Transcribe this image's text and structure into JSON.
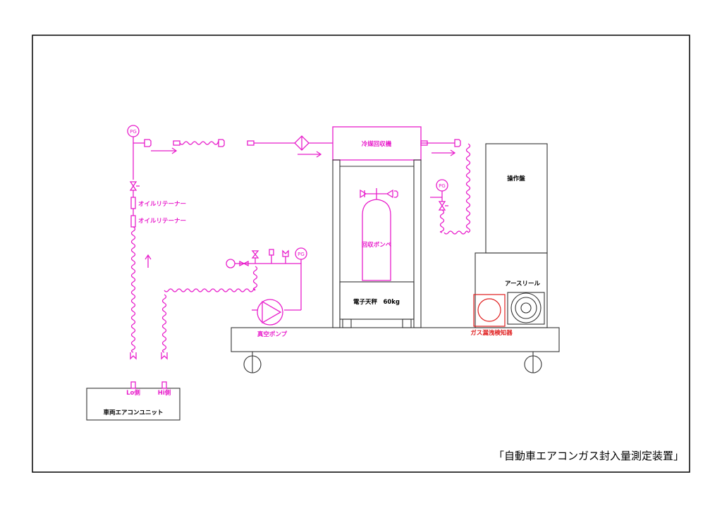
{
  "title": "「自動車エアコンガス封入量測定装置」",
  "colors": {
    "piping": "#e81ecb",
    "outline": "#333333",
    "alert": "#e01f1f",
    "text": "#000000"
  },
  "labels": {
    "pg": "PG",
    "oil_strainer_1": "オイルリテーナー",
    "oil_strainer_2": "オイルリテーナー",
    "recovery_machine": "冷媒回収機",
    "recovery_cylinder": "回収ボンベ",
    "scale": "電子天秤　60kg",
    "control_panel": "操作盤",
    "earth_reel": "アースリール",
    "gas_detector": "ガス漏洩検知器",
    "vacuum_pump": "真空ポンプ",
    "ac_unit": "車両エアコンユニット",
    "lo_side": "Lo側",
    "hi_side": "Hi側"
  }
}
